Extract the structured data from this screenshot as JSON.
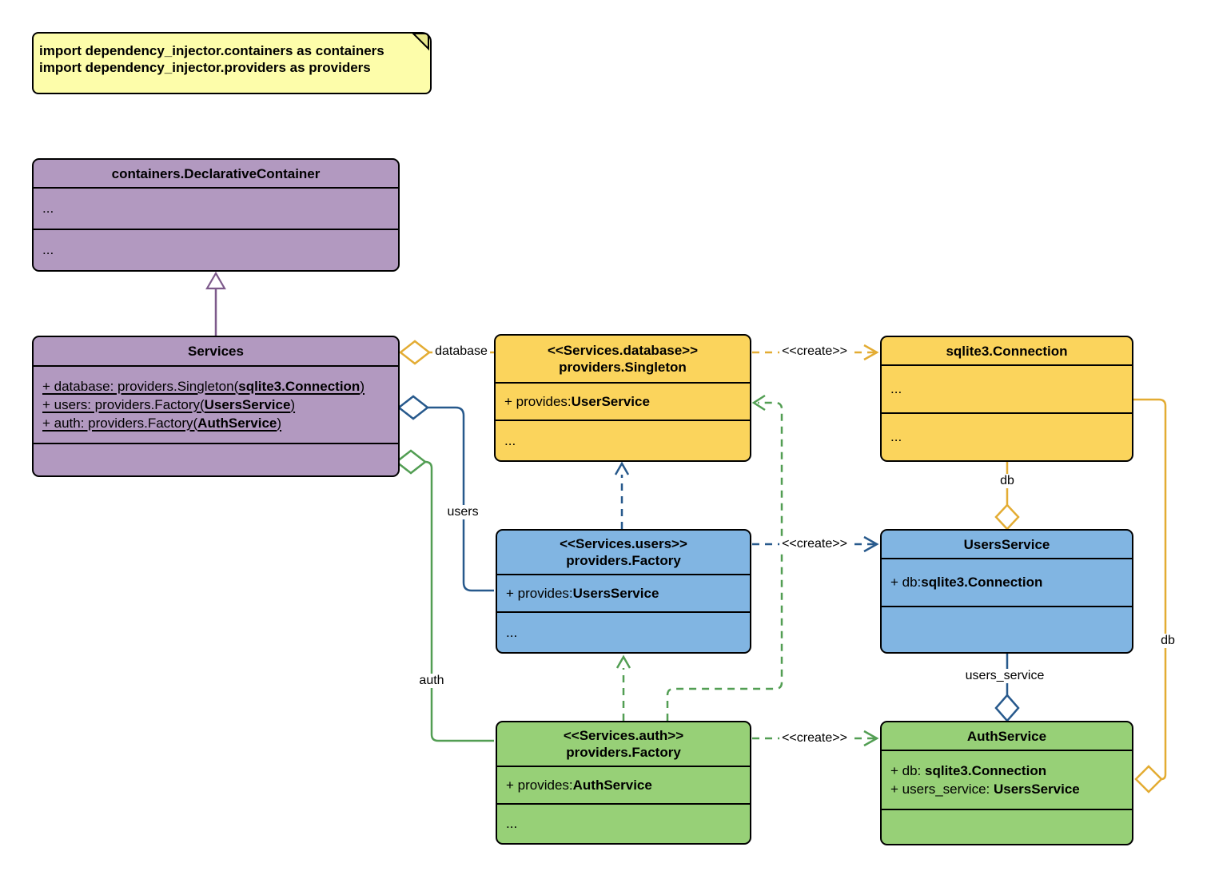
{
  "note": {
    "line1": "import dependency_injector.containers as containers",
    "line2": "import dependency_injector.providers as providers"
  },
  "classes": {
    "declarative_container": {
      "title": "containers.DeclarativeContainer",
      "compartment1": "...",
      "compartment2": "..."
    },
    "services": {
      "title": "Services",
      "attributes": [
        {
          "prefix": "+ database: providers.Singleton(",
          "type": "sqlite3.Connection",
          "suffix": ")"
        },
        {
          "prefix": "+ users: providers.Factory(",
          "type": "UsersService",
          "suffix": ")"
        },
        {
          "prefix": "+ auth: providers.Factory(",
          "type": "AuthService",
          "suffix": ")"
        }
      ]
    },
    "database_singleton": {
      "stereotype": "<<Services.database>>",
      "title": "providers.Singleton",
      "provides_label": "+ provides: ",
      "provides_type": "UserService",
      "more": "..."
    },
    "sqlite_connection": {
      "title": "sqlite3.Connection",
      "compartment1": "...",
      "compartment2": "..."
    },
    "users_factory": {
      "stereotype": "<<Services.users>>",
      "title": "providers.Factory",
      "provides_label": "+ provides: ",
      "provides_type": "UsersService",
      "more": "..."
    },
    "users_service": {
      "title": "UsersService",
      "attr_label": "+ db: ",
      "attr_type": "sqlite3.Connection"
    },
    "auth_factory": {
      "stereotype": "<<Services.auth>>",
      "title": "providers.Factory",
      "provides_label": "+ provides: ",
      "provides_type": "AuthService",
      "more": "..."
    },
    "auth_service": {
      "title": "AuthService",
      "attributes": [
        {
          "prefix": "+ db: ",
          "type": "sqlite3.Connection"
        },
        {
          "prefix": "+ users_service: ",
          "type": "UsersService"
        }
      ]
    }
  },
  "edges": {
    "database": {
      "label": "database"
    },
    "users": {
      "label": "users"
    },
    "auth": {
      "label": "auth"
    },
    "create_database": {
      "label": "<<create>>"
    },
    "create_users": {
      "label": "<<create>>"
    },
    "create_auth": {
      "label": "<<create>>"
    },
    "db_users": {
      "label": "db"
    },
    "db_auth": {
      "label": "db"
    },
    "users_service": {
      "label": "users_service"
    }
  },
  "colors": {
    "container_fill": "#B299C0",
    "container_edge": "#7D5A8B",
    "database_fill": "#FBD45C",
    "database_edge": "#E3AC33",
    "users_fill": "#81B5E2",
    "users_edge": "#27598C",
    "auth_fill": "#97D077",
    "auth_edge": "#529E53",
    "note_fill": "#FDFDAA",
    "border": "#000000"
  }
}
